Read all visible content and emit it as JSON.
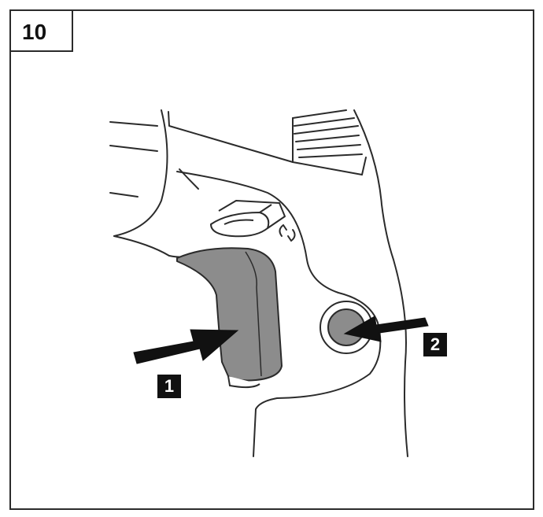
{
  "figure": {
    "step_number": "10",
    "callouts": [
      {
        "label": "1",
        "part": "trigger-switch"
      },
      {
        "label": "2",
        "part": "side-button"
      }
    ],
    "colors": {
      "line": "#2b2b2b",
      "part_fill": "#8c8c8c",
      "callout_bg": "#111111",
      "callout_text": "#ffffff",
      "background": "#ffffff"
    }
  }
}
